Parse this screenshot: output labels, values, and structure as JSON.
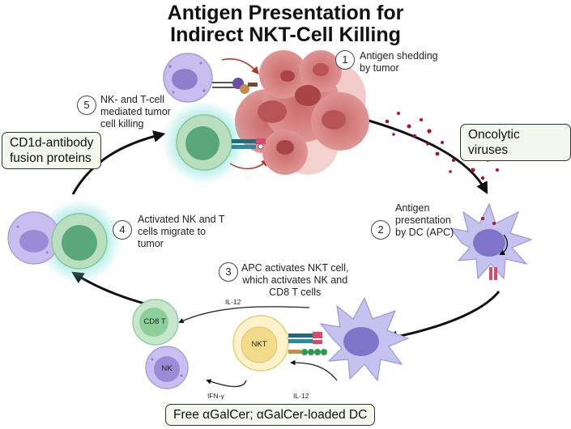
{
  "title": {
    "line1": "Antigen Presentation for",
    "line2": "Indirect NKT-Cell Killing"
  },
  "steps": [
    {
      "num": "1",
      "line1": "Antigen shedding",
      "line2": "by tumor"
    },
    {
      "num": "2",
      "line1": "Antigen",
      "line2": "presentation",
      "line3": "by DC (APC)"
    },
    {
      "num": "3",
      "line1": "APC activates NKT cell,",
      "line2": "which activates NK and",
      "line3": "CD8 T cells"
    },
    {
      "num": "4",
      "line1": "Activated NK and T",
      "line2": "cells migrate to",
      "line3": "tumor"
    },
    {
      "num": "5",
      "line1": "NK- and T-cell",
      "line2": "mediated tumor",
      "line3": "cell killing"
    }
  ],
  "boxes": {
    "cd1d": {
      "line1": "CD1d-antibody",
      "line2": "fusion proteins"
    },
    "oncolytic": "Oncolytic viruses",
    "galcer": "Free αGalCer; αGalCer-loaded DC"
  },
  "cell_labels": {
    "cd8": "CD8 T",
    "nk": "NK",
    "nkt": "NKT"
  },
  "cytokines": {
    "il12_top": "IL-12",
    "ifn": "IFN-γ",
    "il12_bottom": "IL-12"
  }
}
